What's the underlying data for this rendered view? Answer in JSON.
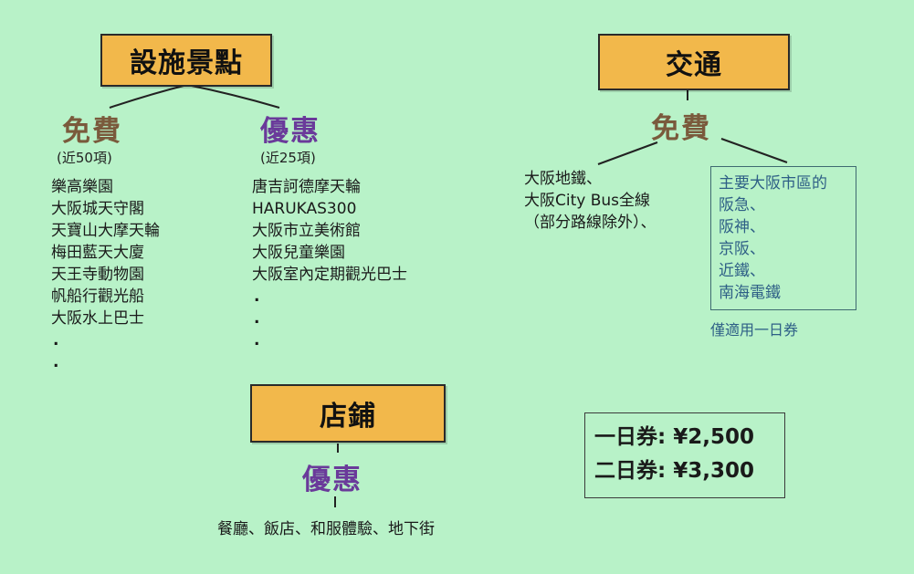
{
  "attractions": {
    "title": "設施景點",
    "free": {
      "heading": "免費",
      "note": "(近50項)",
      "items": [
        "樂高樂園",
        "大阪城天守閣",
        "天寶山大摩天輪",
        "梅田藍天大廈",
        "天王寺動物園",
        "帆船行觀光船",
        "大阪水上巴士"
      ]
    },
    "discount": {
      "heading": "優惠",
      "note": "(近25項)",
      "items": [
        "唐吉訶德摩天輪",
        "HARUKAS300",
        "大阪市立美術館",
        "大阪兒童樂園",
        "大阪室內定期觀光巴士"
      ]
    }
  },
  "shops": {
    "title": "店鋪",
    "heading": "優惠",
    "text": "餐廳、飯店、和服體驗、地下街"
  },
  "transport": {
    "title": "交通",
    "heading": "免費",
    "left_lines": [
      "大阪地鐵、",
      "大阪City Bus全線",
      "（部分路線除外）、"
    ],
    "rail_items": [
      "主要大阪市區的",
      "阪急、",
      "阪神、",
      "京阪、",
      "近鐵、",
      "南海電鐵"
    ],
    "rail_note": "僅適用一日券"
  },
  "prices": {
    "one_day": "一日券: ¥2,500",
    "two_day": "二日券: ¥3,300"
  },
  "colors": {
    "background": "#b8f2c8",
    "title_box": "#f2b84b",
    "free": "#7a5a3c",
    "discount": "#6a3a9a",
    "teal_text": "#2e5f86"
  }
}
